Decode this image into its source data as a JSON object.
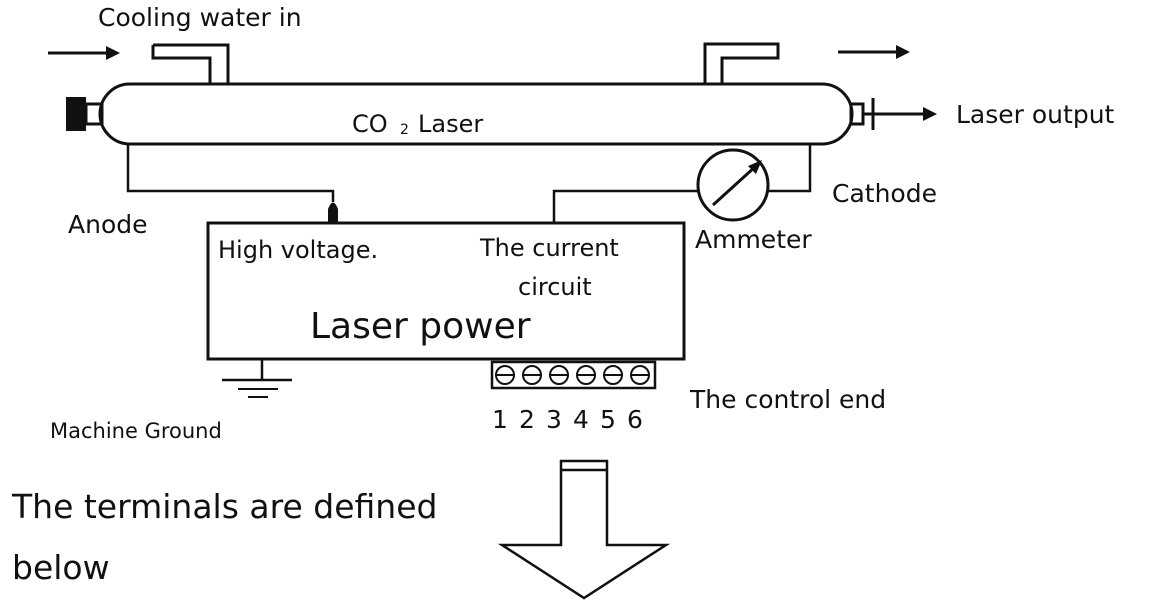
{
  "labels": {
    "cooling_water_in": "Cooling water in",
    "laser_tube_prefix": "CO",
    "laser_tube_subscript": "2",
    "laser_tube_suffix": "Laser",
    "laser_output": "Laser output",
    "cathode": "Cathode",
    "anode": "Anode",
    "ammeter": "Ammeter",
    "high_voltage": "High voltage.",
    "current_circuit_line1": "The current",
    "current_circuit_line2": "circuit",
    "laser_power": "Laser power",
    "control_end": "The control end",
    "machine_ground": "Machine Ground",
    "terminals_note_line1": "The terminals are defined",
    "terminals_note_line2": "below"
  },
  "terminals": [
    "1",
    "2",
    "3",
    "4",
    "5",
    "6"
  ],
  "colors": {
    "ink": "#111111",
    "background": "#ffffff"
  }
}
